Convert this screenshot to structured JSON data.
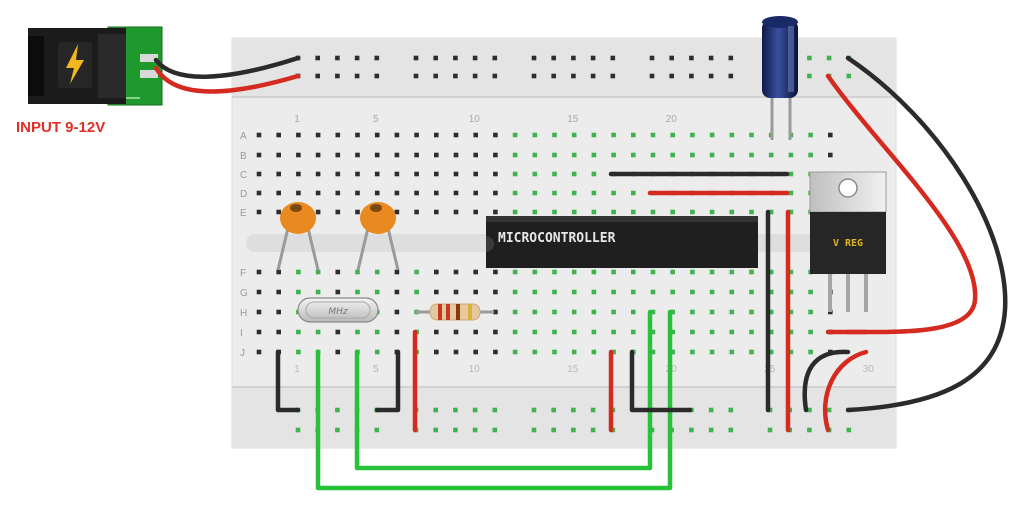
{
  "power_jack": {
    "label": "INPUT 9-12V"
  },
  "microcontroller": {
    "label": "MICROCONTROLLER"
  },
  "regulator": {
    "label": "V REG"
  },
  "crystal": {
    "label": "MHz"
  },
  "breadboard": {
    "row_labels": [
      "A",
      "B",
      "C",
      "D",
      "E",
      "F",
      "G",
      "H",
      "I",
      "J"
    ],
    "column_numbers": [
      "1",
      "5",
      "10",
      "15",
      "20"
    ],
    "bottom_column_numbers": [
      "1",
      "5",
      "10",
      "15",
      "20",
      "25",
      "30"
    ]
  },
  "colors": {
    "wire_red": "#d52a20",
    "wire_black": "#2b2b2b",
    "wire_green": "#27c13a",
    "board": "#ececec",
    "hole_connected": "#3fb34f",
    "jack_pcb": "#1e9a2c",
    "capacitor": "#e88a1f",
    "resistor": "#e7c9a0"
  }
}
